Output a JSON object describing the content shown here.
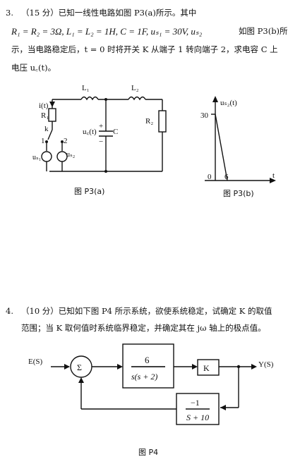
{
  "problem3": {
    "number": "3.",
    "header": "（15 分）已知一线性电路如图 P3(a)所示。其中",
    "params": "R₁ = R₂ = 3Ω, L₁ = L₂ = 1H, C = 1F, uₛ₁ = 30V, uₛ₂",
    "params_tail": "如图 P3(b)所",
    "line3": "示，当电路稳定后，t = 0 时将开关 K 从端子 1 转向端子 2，求电容 C 上",
    "line4": "电压 u꜀(t)。",
    "figure_a": {
      "caption": "图 P3(a)",
      "labels": {
        "current": "i(t)",
        "R1": "R₁",
        "k": "k",
        "t1": "1",
        "t2": "2",
        "us1": "uₛ₁",
        "us2": "uₛ₂",
        "L1": "L₁",
        "L2": "L₂",
        "uc": "u꜀(t)",
        "plus": "+",
        "minus": "−",
        "C": "C",
        "R2": "R₂"
      }
    },
    "figure_b": {
      "caption": "图 P3(b)",
      "y_label": "uₛ₂(t)",
      "x_label": "t",
      "y_tick": "30",
      "origin": "0",
      "x_tick": "6"
    }
  },
  "problem4": {
    "number": "4.",
    "line1": "（10 分）已知如下图 P4 所示系统，欲使系统稳定，试确定 K 的取值",
    "line2": "范围；当 K 取何值时系统临界稳定，并确定其在 jω 轴上的极点值。",
    "figure": {
      "caption": "图 P4",
      "input": "E(S)",
      "output": "Y(S)",
      "sum": "Σ",
      "forward_num": "6",
      "forward_den": "s(s + 2)",
      "gain": "K",
      "feedback_num": "−1",
      "feedback_den": "S + 10"
    }
  }
}
